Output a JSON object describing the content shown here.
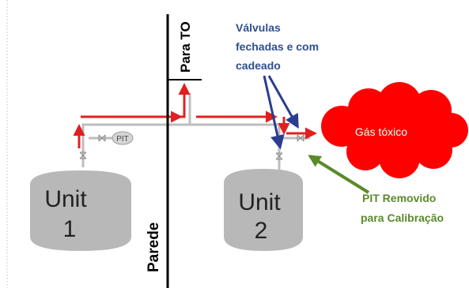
{
  "units": [
    {
      "line1": "Unit",
      "line2": "1"
    },
    {
      "line1": "Unit",
      "line2": "2"
    }
  ],
  "labels": {
    "para_to": "Para TO",
    "parede": "Parede",
    "pit_small": "PIT",
    "gas": "Gás tóxico",
    "valves_line1": "Válvulas",
    "valves_line2": "fechadas e com",
    "valves_line3": "cadeado",
    "pit_removed_line1": "PIT Removido",
    "pit_removed_line2": "para Calibração"
  },
  "colors": {
    "flow": "#e02020",
    "pipe": "#bdbdbd",
    "tank": "#b8b8b8",
    "cloud": "#ff0000",
    "blue_text": "#2f4f8f",
    "green_text": "#5a8a2a"
  }
}
